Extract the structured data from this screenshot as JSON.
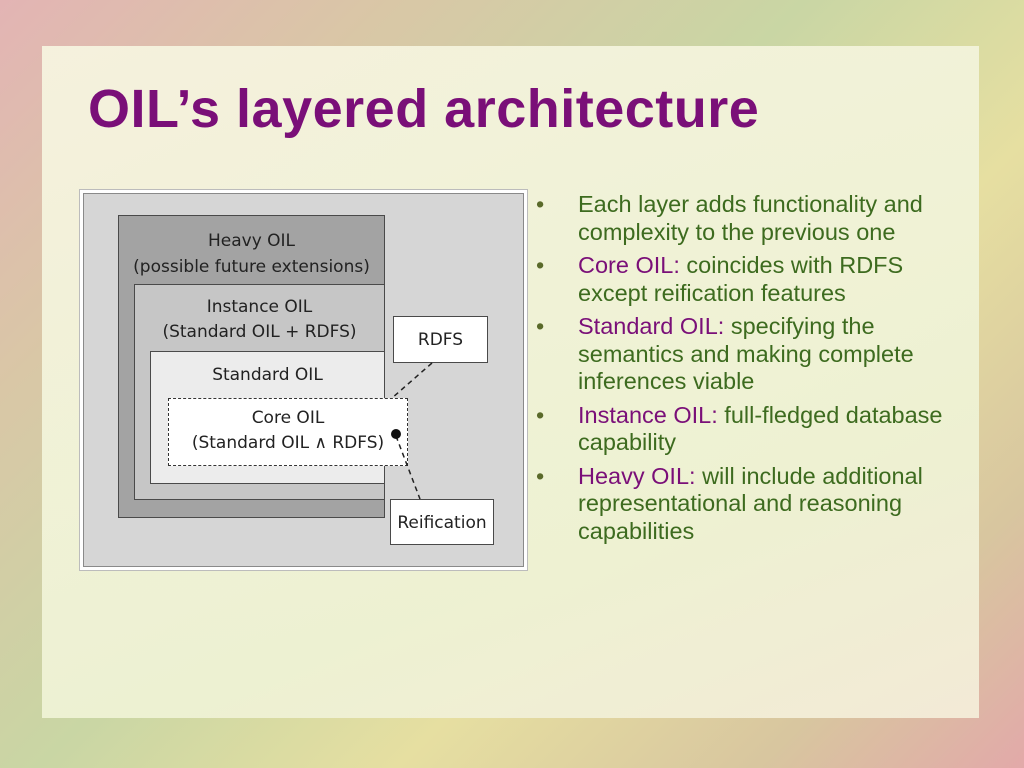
{
  "slide": {
    "title": "OIL’s layered architecture"
  },
  "diagram": {
    "heavy": {
      "line1": "Heavy OIL",
      "line2": "(possible future extensions)"
    },
    "instance": {
      "line1": "Instance OIL",
      "line2": "(Standard OIL + RDFS)"
    },
    "standard": {
      "line1": "Standard OIL"
    },
    "core": {
      "line1": "Core OIL",
      "line2": "(Standard OIL ∧ RDFS)"
    },
    "rdfs": "RDFS",
    "reification": "Reification"
  },
  "bullets": [
    {
      "term": "",
      "text": "Each layer adds functionality and complexity to the previous one"
    },
    {
      "term": "Core OIL:",
      "text": " coincides with RDFS except reification features"
    },
    {
      "term": "Standard OIL:",
      "text": " specifying the semantics and making complete inferences viable"
    },
    {
      "term": "Instance OIL:",
      "text": " full-fledged database capability"
    },
    {
      "term": "Heavy OIL:",
      "text": " will include additional representational and reasoning capabilities"
    }
  ],
  "bullet_glyph": "•",
  "colors": {
    "title": "#7a0f78",
    "term": "#7a0f78",
    "body": "#3d6b1f"
  }
}
